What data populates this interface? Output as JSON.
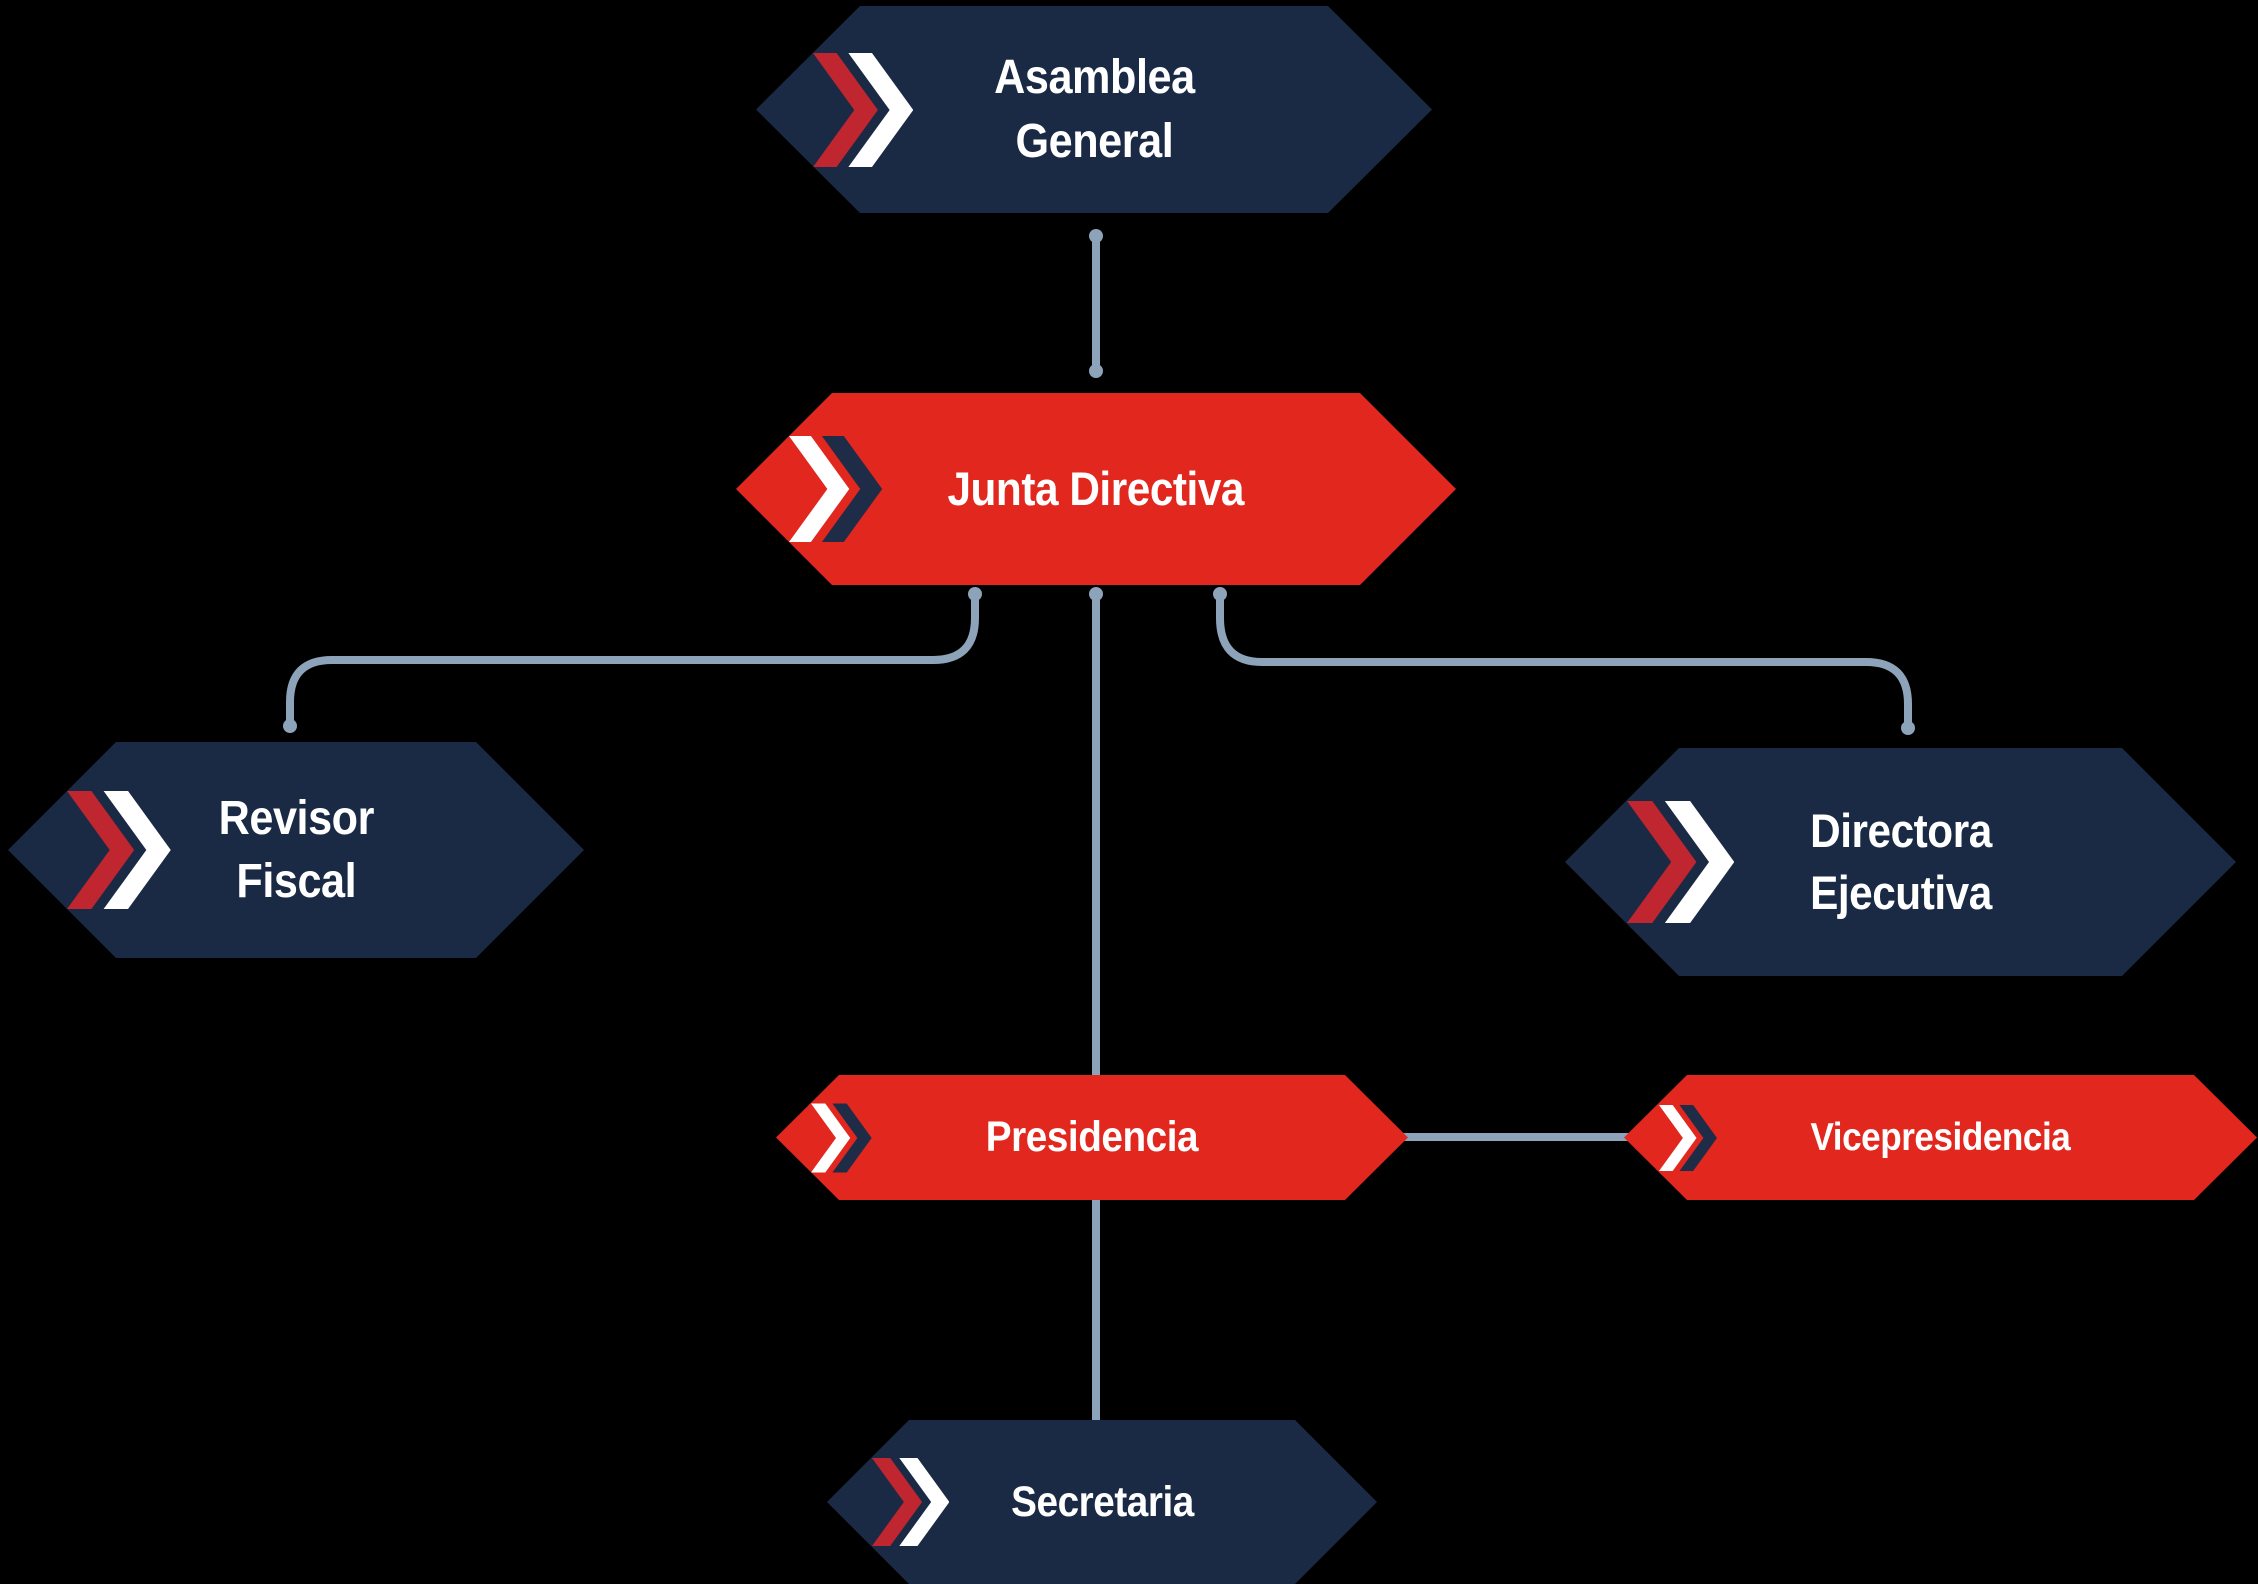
{
  "canvas": {
    "background": "#000000"
  },
  "colors": {
    "background": "#000000",
    "navy": "#1a2a44",
    "red": "#e2271e",
    "chevronRed": "#c0262f",
    "chevronNavy": "#1e2c47",
    "chevronWhite": "#ffffff",
    "connector": "#8ca3ba",
    "text": "#ffffff"
  },
  "nodes": {
    "asamblea": {
      "line1": "Asamblea",
      "line2": "General",
      "variant": "navy"
    },
    "junta": {
      "line1": "Junta Directiva",
      "variant": "red"
    },
    "revisor": {
      "line1": "Revisor",
      "line2": "Fiscal",
      "variant": "navy"
    },
    "directora": {
      "line1": "Directora",
      "line2": "Ejecutiva",
      "variant": "navy"
    },
    "presidencia": {
      "line1": "Presidencia",
      "variant": "red"
    },
    "vicepresidencia": {
      "line1": "Vicepresidencia",
      "variant": "red"
    },
    "secretaria": {
      "line1": "Secretaria",
      "variant": "navy"
    }
  },
  "edges": [
    {
      "from": "asamblea-general",
      "to": "junta-directiva",
      "style": "straight, dot at both ends"
    },
    {
      "from": "junta-directiva",
      "to": "revisor-fiscal",
      "style": "curved, dot at both ends"
    },
    {
      "from": "junta-directiva",
      "to": "directora-ejecutiva",
      "style": "curved, dot at both ends"
    },
    {
      "from": "junta-directiva",
      "to": "presidencia",
      "style": "straight, dot at top end"
    },
    {
      "from": "presidencia",
      "to": "secretaria",
      "style": "straight"
    },
    {
      "from": "presidencia",
      "to": "vicepresidencia",
      "style": "straight horizontal"
    }
  ],
  "icon": {
    "name": "double-chevron-icon"
  }
}
